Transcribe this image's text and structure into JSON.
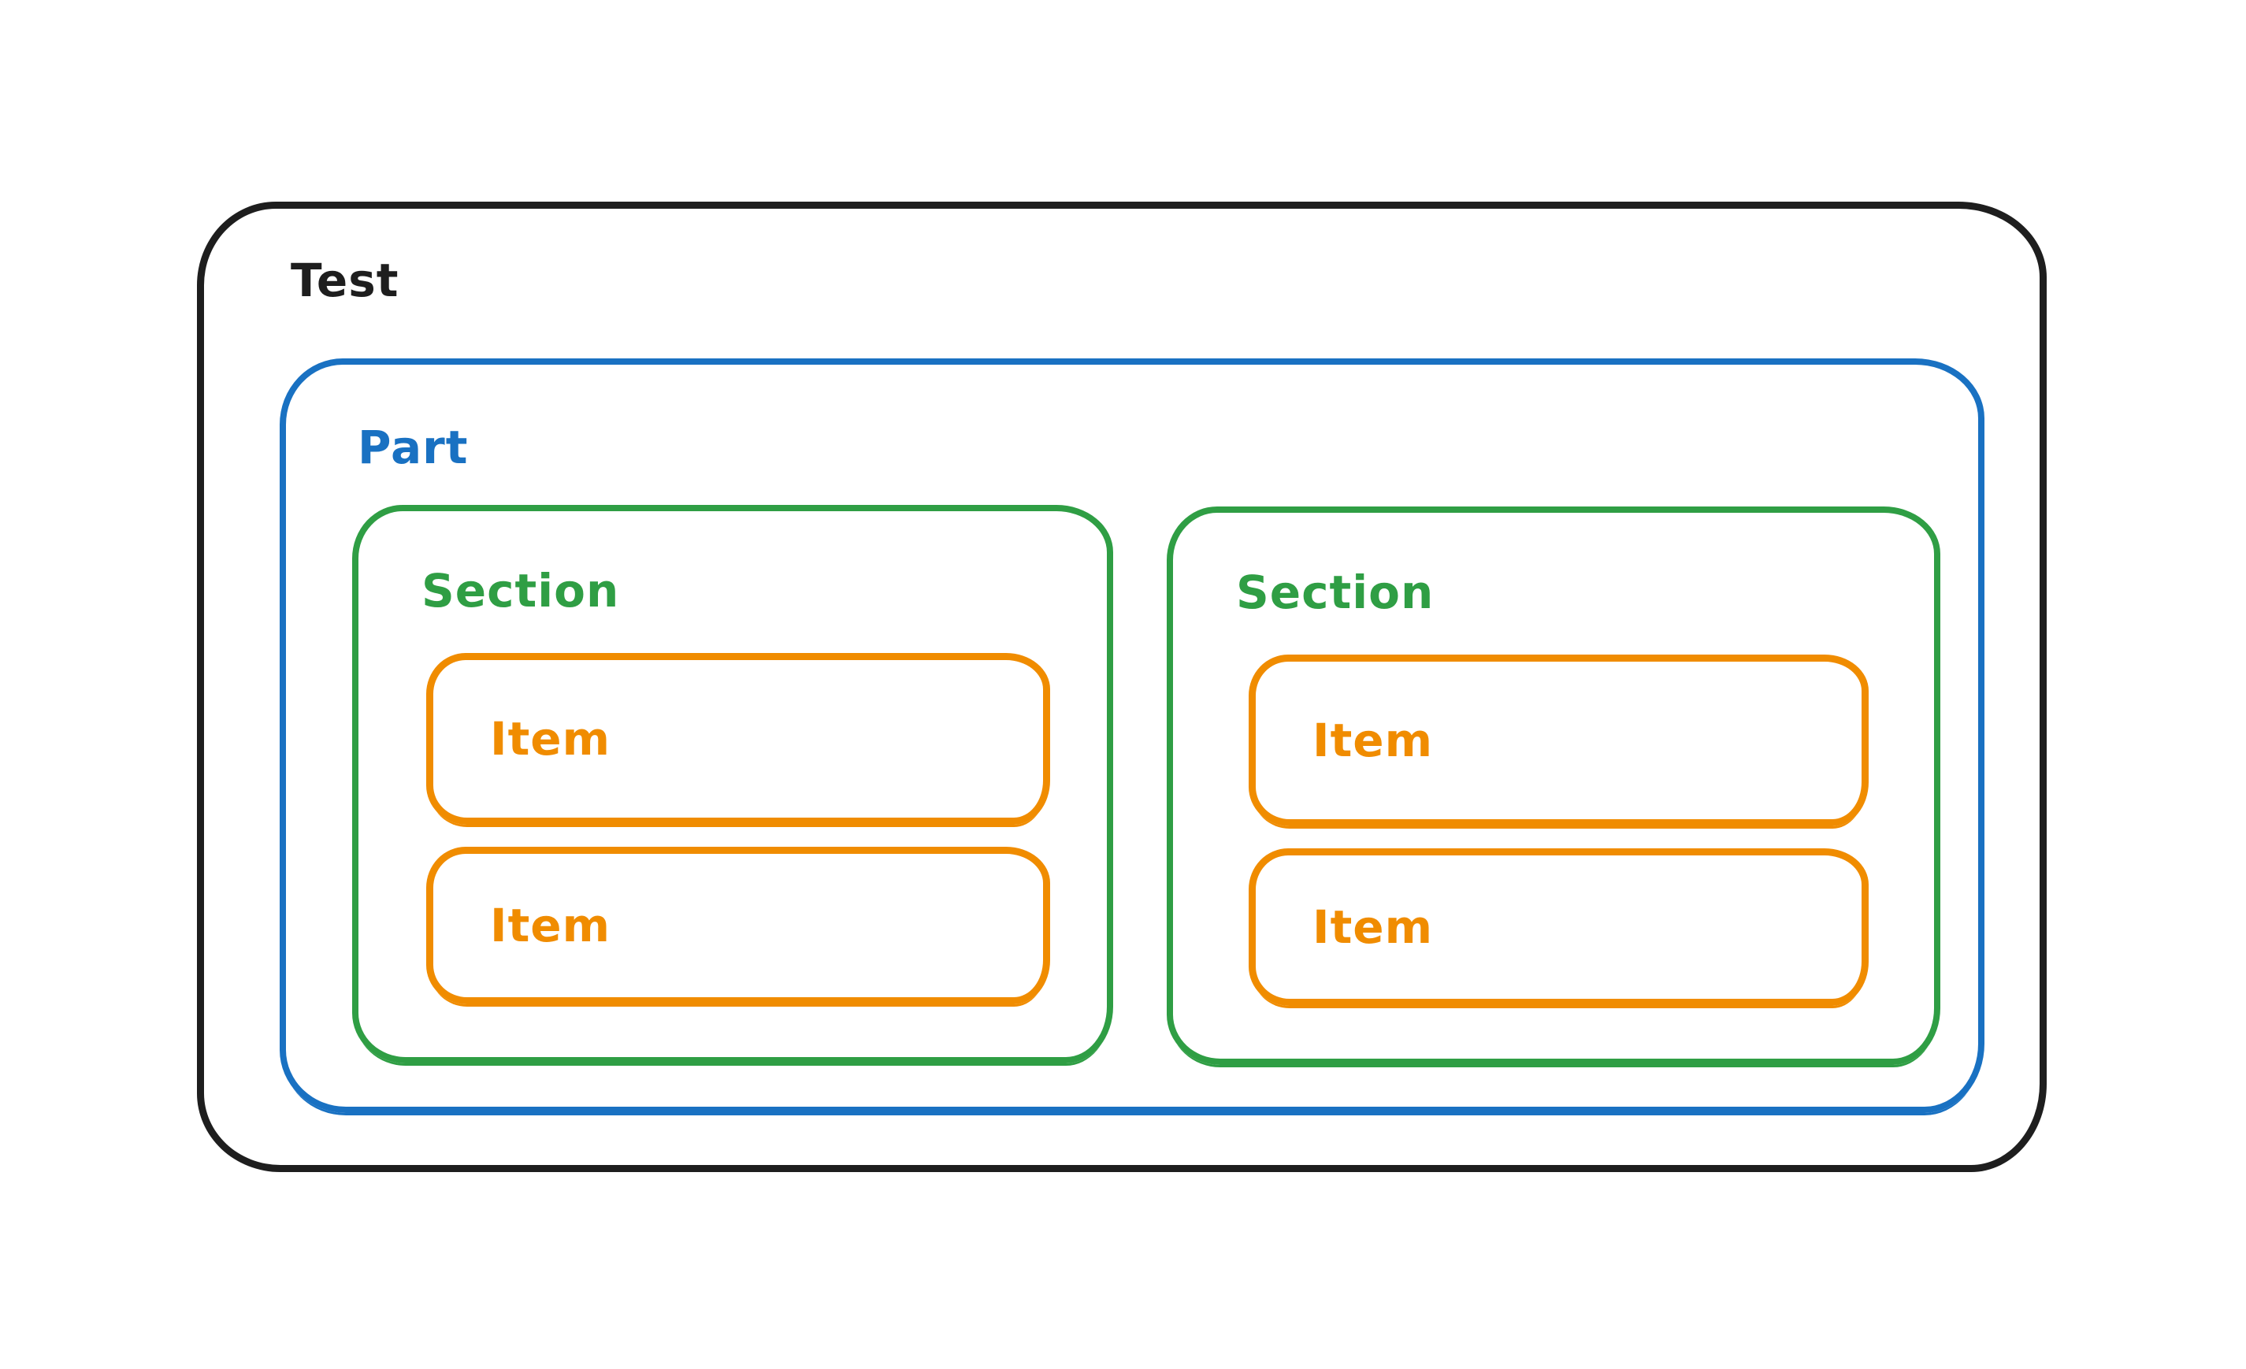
{
  "diagram": {
    "colors": {
      "background": "#ffffff",
      "test": "#1e1e1e",
      "part": "#1971c2",
      "section": "#2f9e44",
      "item": "#f08c00"
    },
    "test": {
      "label": "Test"
    },
    "part": {
      "label": "Part"
    },
    "sections": [
      {
        "label": "Section",
        "items": [
          {
            "label": "Item"
          },
          {
            "label": "Item"
          }
        ]
      },
      {
        "label": "Section",
        "items": [
          {
            "label": "Item"
          },
          {
            "label": "Item"
          }
        ]
      }
    ]
  }
}
